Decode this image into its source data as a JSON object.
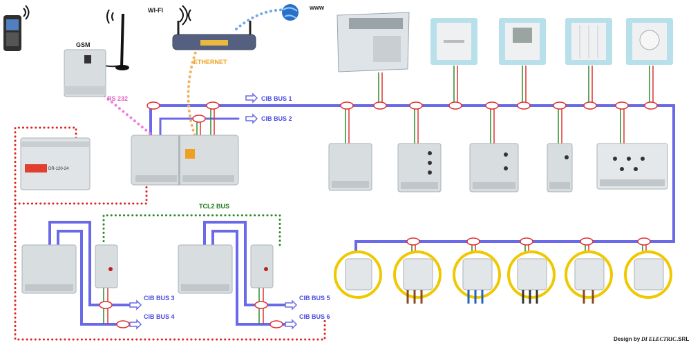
{
  "labels": {
    "gsm": "GSM",
    "wifi": "WI-FI",
    "www": "www",
    "ethernet": "ETHERNET",
    "rs232": "RS 232",
    "tcl2": "TCL2 BUS"
  },
  "buses": {
    "bus1": "CIB BUS 1",
    "bus2": "CIB BUS 2",
    "bus3": "CIB BUS 3",
    "bus4": "CIB BUS 4",
    "bus5": "CIB BUS 5",
    "bus6": "CIB BUS 6"
  },
  "footer": {
    "design_by": "Design by",
    "brand": "DI ELECTRIC",
    "suffix": ".SRL"
  },
  "power_supply_label": "DR-120-24",
  "colors": {
    "bus_line": "#6a6ae8",
    "bus_line_light": "#8a8af0",
    "wire_red": "#e03030",
    "wire_green": "#2a8a2a",
    "rs232": "#f080e0",
    "ethernet": "#f5b060",
    "internet": "#70a8e8",
    "tcl2": "#2a8a2a",
    "power_dotted": "#e02020",
    "ring": "#f0c800",
    "label_blue": "#4a4ae0",
    "label_orange": "#f0a020",
    "label_pink": "#e060c0",
    "label_green": "#1a7a1a",
    "module": "#d8dde0",
    "module_dark": "#b0b8bd",
    "panel_frame": "#b8e0ea"
  },
  "icons": [
    "phone-icon",
    "gsm-antenna-icon",
    "wifi-router-icon",
    "globe-icon",
    "keypad-icon",
    "wall-panel-icon",
    "thermostat-icon",
    "push-button-icon"
  ]
}
